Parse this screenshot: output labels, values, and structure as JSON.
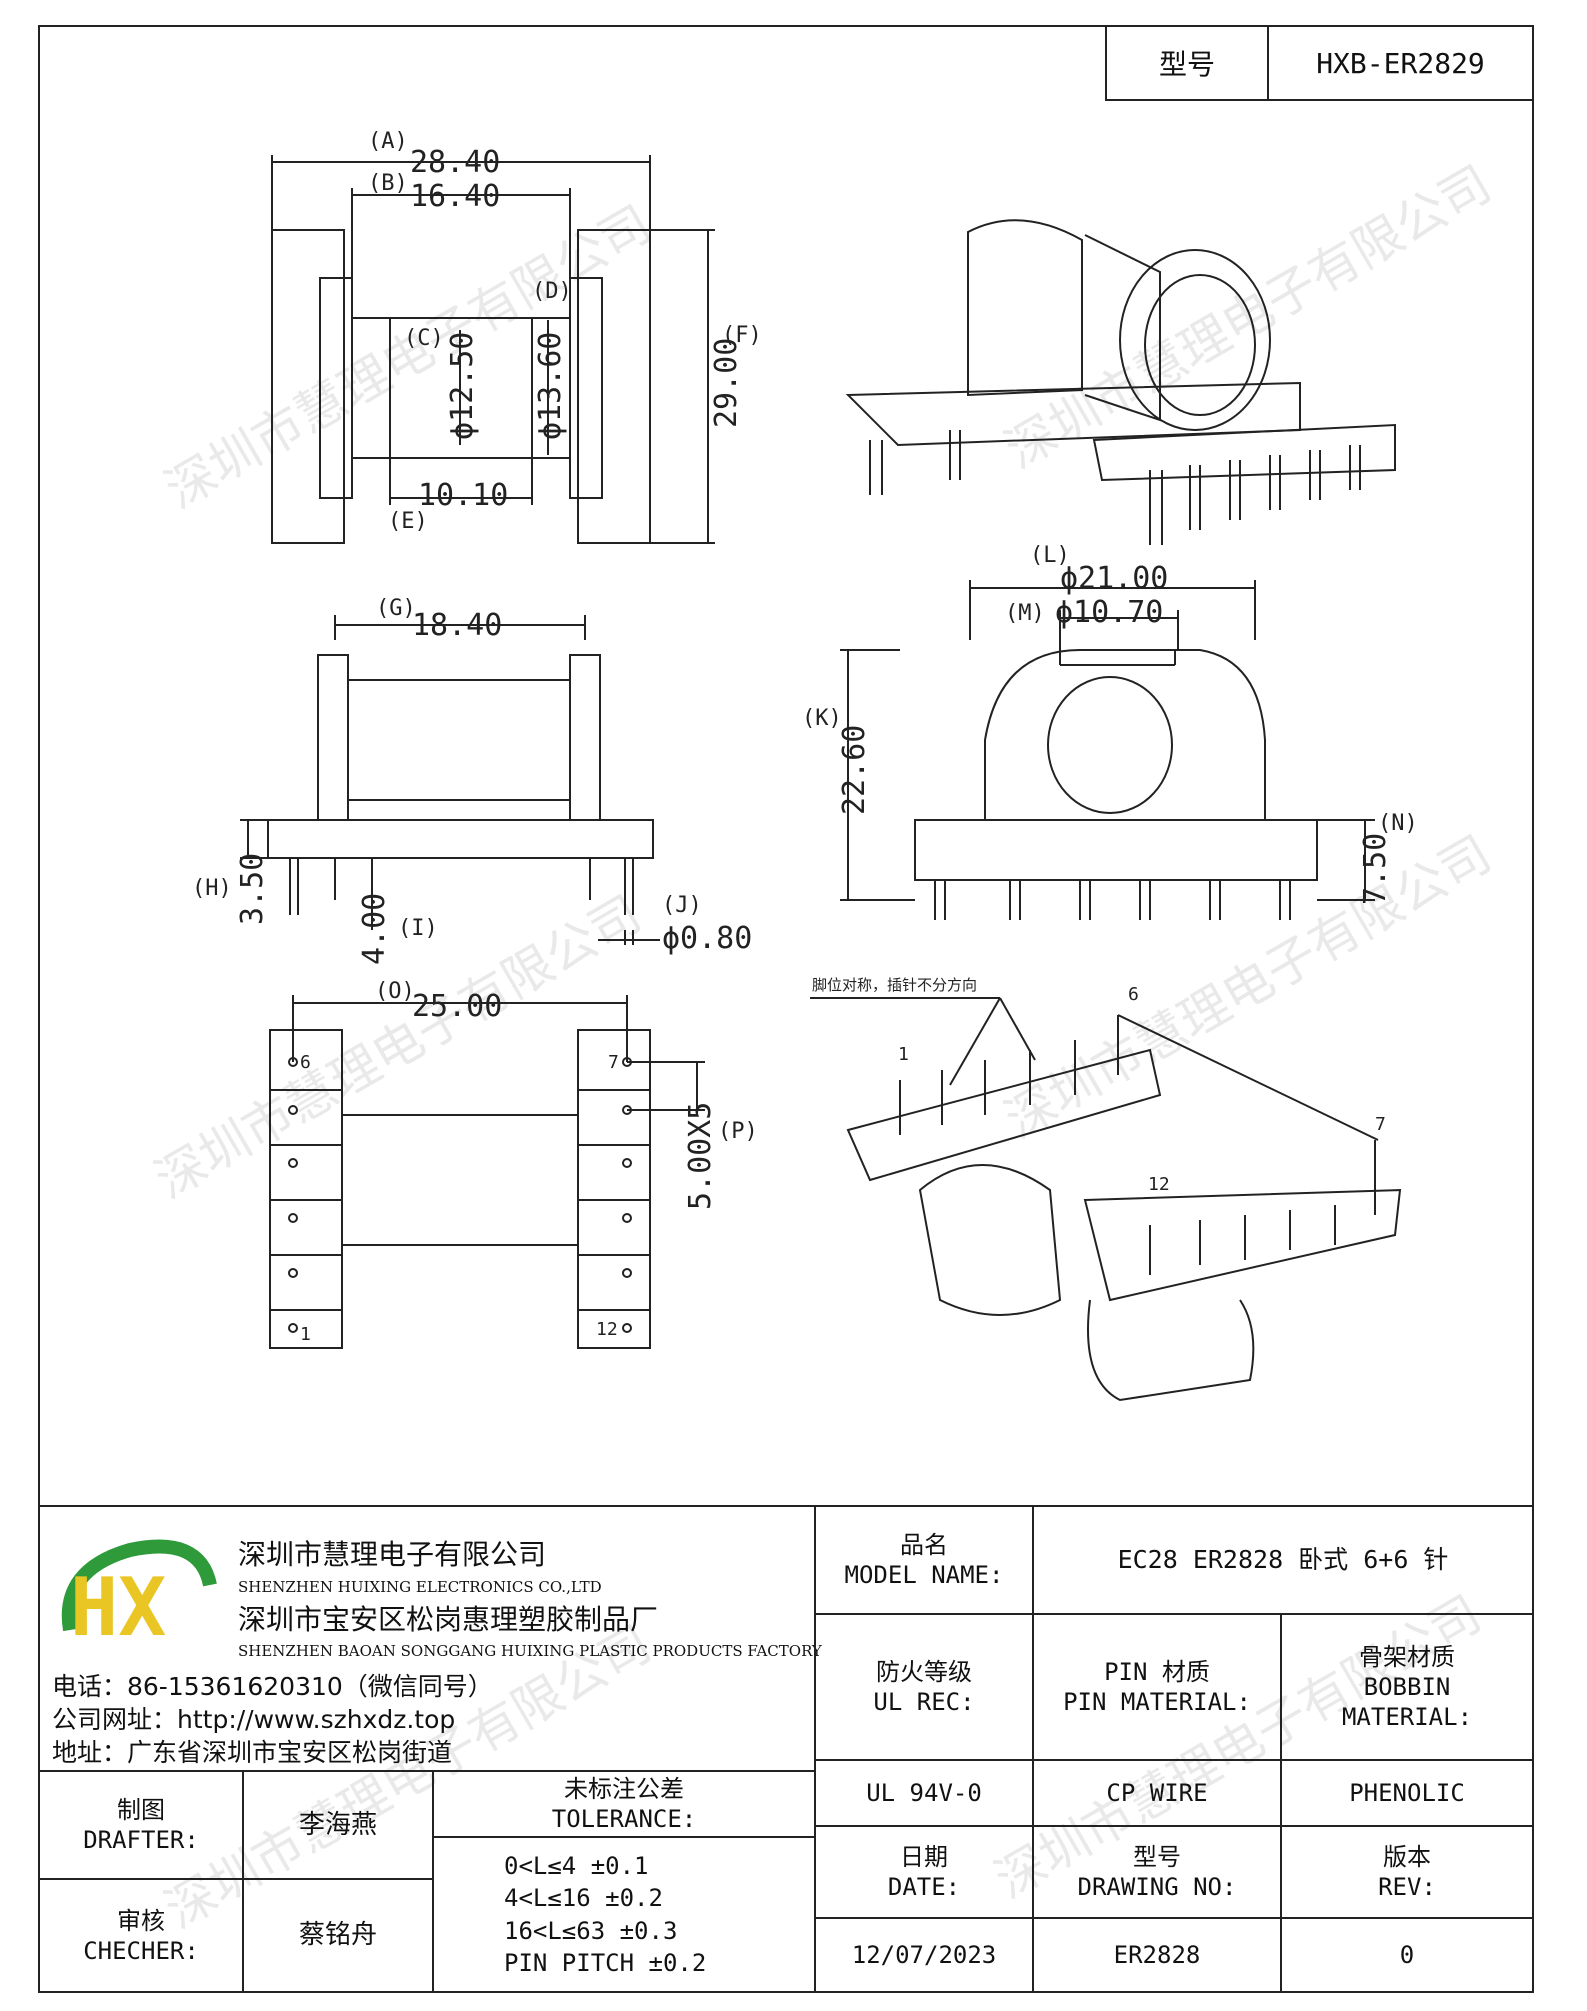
{
  "header": {
    "model_label": "型号",
    "model_value": "HXB-ER2829"
  },
  "dimensions": {
    "A": "(A)",
    "A_val": "28.40",
    "B": "(B)",
    "B_val": "16.40",
    "C": "(C)",
    "C_val": "ϕ12.50",
    "D": "(D)",
    "D_val": "ϕ13.60",
    "E": "(E)",
    "E_val": "10.10",
    "F": "(F)",
    "F_val": "29.00",
    "G": "(G)",
    "G_val": "18.40",
    "H": "(H)",
    "H_val": "3.50",
    "I": "(I)",
    "I_val": "4.00",
    "J": "(J)",
    "J_val": "ϕ0.80",
    "K": "(K)",
    "K_val": "22.60",
    "L": "(L)",
    "L_val": "ϕ21.00",
    "M": "(M)",
    "M_val": "ϕ10.70",
    "N": "(N)",
    "N_val": "7.50",
    "O": "(O)",
    "O_val": "25.00",
    "P": "(P)",
    "P_val": "5.00X5"
  },
  "pins": {
    "p6": "6",
    "p7": "7",
    "p1": "1",
    "p12": "12"
  },
  "iso_note": "脚位对称，插针不分方向",
  "iso_pins": {
    "n1": "1",
    "n6": "6",
    "n7": "7",
    "n12": "12"
  },
  "watermark": "深圳市慧理电子有限公司",
  "company": {
    "name_cn": "深圳市慧理电子有限公司",
    "name_en": "SHENZHEN HUIXING ELECTRONICS CO.,LTD",
    "factory_cn": "深圳市宝安区松岗惠理塑胶制品厂",
    "factory_en": "SHENZHEN BAOAN SONGGANG HUIXING PLASTIC PRODUCTS FACTORY",
    "phone": "电话：86-15361620310（微信同号）",
    "website": "公司网址：http://www.szhxdz.top",
    "address": "地址：广东省深圳市宝安区松岗街道",
    "logo_text": "HX"
  },
  "title_block": {
    "model_name_cn": "品名",
    "model_name_en": "MODEL NAME:",
    "model_name_val": "EC28 ER2828 卧式 6+6 针",
    "ul_cn": "防火等级",
    "ul_en": "UL REC:",
    "pin_mat_cn": "PIN 材质",
    "pin_mat_en": "PIN MATERIAL:",
    "bob_mat_cn": "骨架材质",
    "bob_mat_en1": "BOBBIN",
    "bob_mat_en2": "MATERIAL:",
    "ul_val": "UL 94V-0",
    "pin_val": "CP WIRE",
    "bob_val": "PHENOLIC",
    "drafter_cn": "制图",
    "drafter_en": "DRAFTER:",
    "drafter_name": "李海燕",
    "checker_cn": "审核",
    "checker_en": "CHECHER:",
    "checker_name": "蔡铭舟",
    "tol_cn": "未标注公差",
    "tol_en": "TOLERANCE:",
    "tol_lines": [
      "0<L≤4  ±0.1",
      "4<L≤16 ±0.2",
      "16<L≤63 ±0.3",
      "PIN PITCH ±0.2"
    ],
    "date_cn": "日期",
    "date_en": "DATE:",
    "date_val": "12/07/2023",
    "dwg_cn": "型号",
    "dwg_en": "DRAWING NO:",
    "dwg_val": "ER2828",
    "rev_cn": "版本",
    "rev_en": "REV:",
    "rev_val": "0"
  },
  "colors": {
    "line": "#222222",
    "logo_green": "#2e9a3a",
    "logo_yellow": "#e9c623"
  }
}
